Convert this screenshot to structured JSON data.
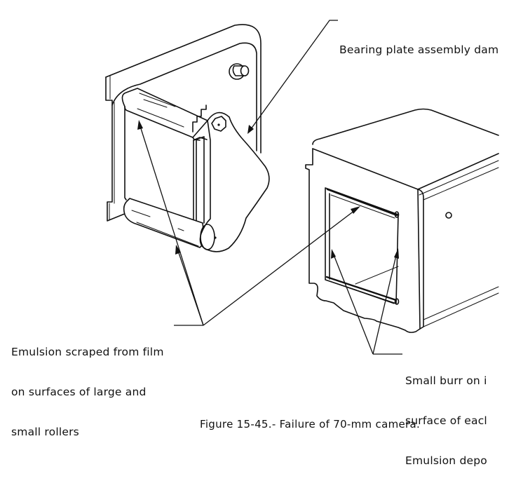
{
  "figure": {
    "caption": "Figure 15-45.- Failure of 70-mm camera.",
    "ink_color": "#111111",
    "background_color": "#ffffff"
  },
  "callouts": {
    "bearing_plate": {
      "lines": [
        "Bearing plate assembly dam"
      ]
    },
    "emulsion_scraped": {
      "lines": [
        "Emulsion scraped from film",
        "on surfaces of large and",
        "small rollers"
      ]
    },
    "small_burr": {
      "lines": [
        "Small burr on i",
        "surface of eacl",
        "Emulsion depo"
      ]
    }
  },
  "components": {
    "left": "bearing-plate-assembly",
    "right": "camera-film-magazine-body"
  }
}
